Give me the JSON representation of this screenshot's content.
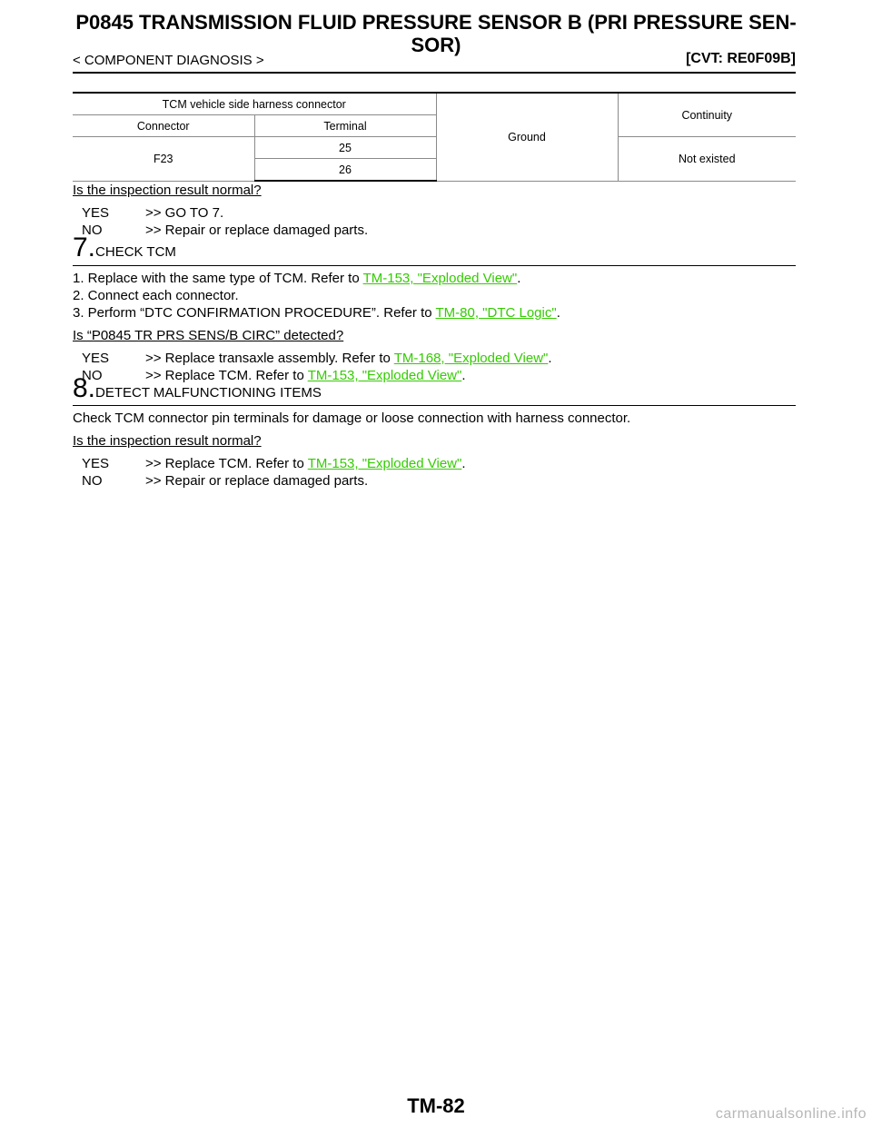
{
  "header": {
    "title_line1": "P0845 TRANSMISSION FLUID PRESSURE SENSOR B (PRI PRESSURE SEN-",
    "title_line2": "SOR)",
    "section": "< COMPONENT DIAGNOSIS >",
    "model": "[CVT: RE0F09B]"
  },
  "table": {
    "harness_header": "TCM vehicle side harness connector",
    "connector_col": "Connector",
    "terminal_col": "Terminal",
    "ground_label": "Ground",
    "continuity_header": "Continuity",
    "connector_value": "F23",
    "terminals": [
      "25",
      "26"
    ],
    "continuity_value": "Not existed"
  },
  "q1": {
    "question": "Is the inspection result normal?",
    "yes_key": "YES",
    "yes_text": ">> GO TO 7.",
    "no_key": "NO",
    "no_text": ">> Repair or replace damaged parts."
  },
  "step7": {
    "number": "7.",
    "title": "CHECK TCM",
    "item1_text": "1. Replace with the same type of TCM. Refer to ",
    "item1_link": "TM-153, \"Exploded View\"",
    "item2_text": "2. Connect each connector.",
    "item3_text": "3. Perform “DTC CONFIRMATION PROCEDURE”. Refer to ",
    "item3_link": "TM-80, \"DTC Logic\"",
    "question": "Is “P0845 TR PRS SENS/B CIRC” detected?",
    "yes_key": "YES",
    "yes_text": ">> Replace transaxle assembly. Refer to ",
    "yes_link": "TM-168, \"Exploded View\"",
    "no_key": "NO",
    "no_text": ">> Replace TCM. Refer to ",
    "no_link": "TM-153, \"Exploded View\""
  },
  "step8": {
    "number": "8.",
    "title": "DETECT MALFUNCTIONING ITEMS",
    "body": "Check TCM connector pin terminals for damage or loose connection with harness connector.",
    "question": "Is the inspection result normal?",
    "yes_key": "YES",
    "yes_text": ">> Replace TCM. Refer to ",
    "yes_link": "TM-153, \"Exploded View\"",
    "no_key": "NO",
    "no_text": ">> Repair or replace damaged parts."
  },
  "footer": {
    "page_number": "TM-82",
    "watermark": "carmanualsonline.info"
  },
  "colors": {
    "link": "#33cc00",
    "text": "#000000",
    "watermark": "#b7b7b7"
  }
}
